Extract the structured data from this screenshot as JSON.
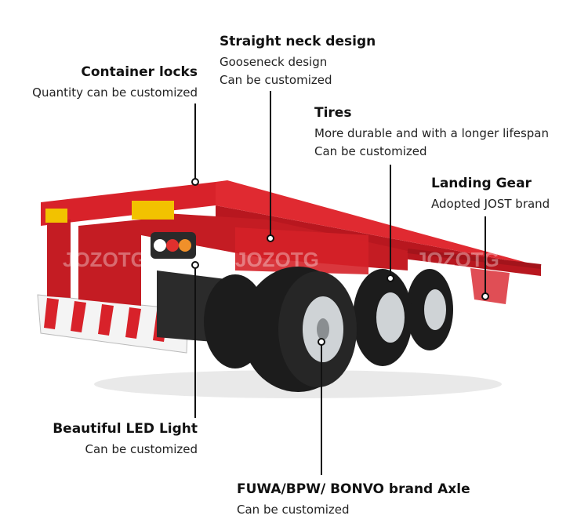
{
  "callouts": {
    "container_locks": {
      "title": "Container locks",
      "lines": [
        "Quantity can be customized"
      ]
    },
    "straight_neck": {
      "title": "Straight neck design",
      "lines": [
        "Gooseneck design",
        "Can be customized"
      ]
    },
    "tires": {
      "title": "Tires",
      "lines": [
        "More durable and with a longer lifespan",
        "Can be customized"
      ]
    },
    "landing_gear": {
      "title": "Landing Gear",
      "lines": [
        "Adopted JOST brand"
      ]
    },
    "led_light": {
      "title": "Beautiful LED Light",
      "lines": [
        "Can be customized"
      ]
    },
    "axle": {
      "title": "FUWA/BPW/ BONVO brand Axle",
      "lines": [
        "Can be customized"
      ]
    }
  },
  "watermark": "JOZOTG",
  "colors": {
    "frame": "#d8222a",
    "frame_dark": "#a3141b",
    "tire": "#1c1c1c",
    "rim": "#cfd3d6",
    "reflector": "#f2c200"
  }
}
